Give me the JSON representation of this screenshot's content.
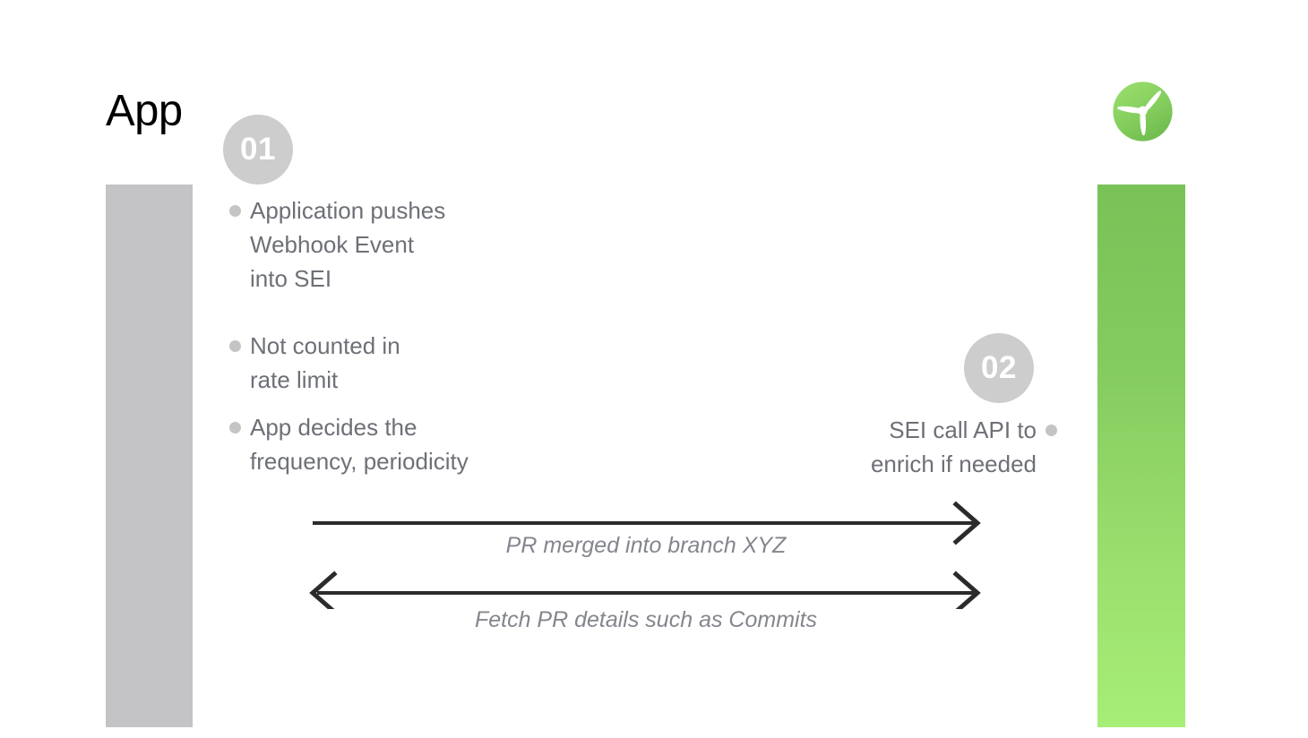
{
  "slide": {
    "title": "App",
    "background": "#ffffff"
  },
  "colors": {
    "title_text": "#000000",
    "body_text": "#6e7077",
    "caption_text": "#84868d",
    "badge_fill": "#cdcdcd",
    "badge_text": "#ffffff",
    "bullet_dot": "#c4c4c6",
    "lane_left": "#c4c4c6",
    "lane_right_top": "#78c257",
    "lane_right_bottom": "#a6ee76",
    "arrow": "#2b2b2b",
    "logo_green_top": "#9ade6c",
    "logo_green_bottom": "#72bd4f"
  },
  "logo": {
    "icon": "propeller-icon",
    "shape": "three-blade-propeller-in-green-circle"
  },
  "lanes": {
    "left": {
      "name": "app-lane",
      "label": "App"
    },
    "right": {
      "name": "sei-lane",
      "label": ""
    }
  },
  "steps": [
    {
      "badge": "01",
      "side": "left",
      "bullets": [
        "Application pushes\nWebhook Event\ninto SEI",
        "Not counted in\nrate limit",
        "App decides the\nfrequency, periodicity"
      ]
    },
    {
      "badge": "02",
      "side": "right",
      "bullets": [
        "SEI call API to\nenrich if needed"
      ]
    }
  ],
  "arrows": [
    {
      "name": "arrow-app-to-sei",
      "direction": "right",
      "caption": "PR merged into branch XYZ"
    },
    {
      "name": "arrow-sei-to-app",
      "direction": "both",
      "caption": "Fetch PR details such as Commits"
    }
  ]
}
